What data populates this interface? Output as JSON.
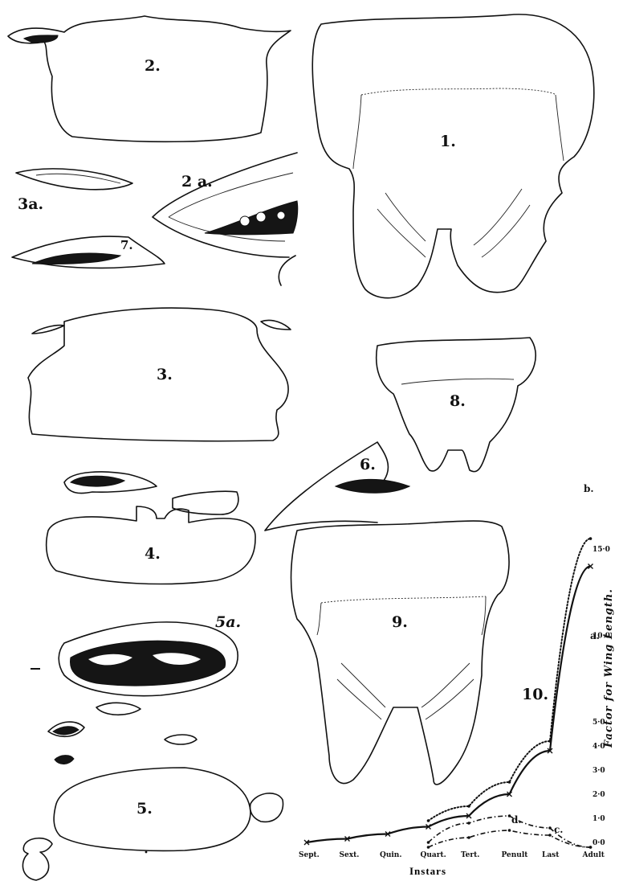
{
  "figure_labels": {
    "f1": "1.",
    "f2": "2.",
    "f2a": "2 a.",
    "f3": "3.",
    "f3a": "3a.",
    "f4": "4.",
    "f5": "5.",
    "f5a": "5a.",
    "f6": "6.",
    "f7": "7.",
    "f8": "8.",
    "f9": "9.",
    "f10": "10."
  },
  "chart_data": {
    "type": "line",
    "xlabel": "Instars",
    "ylabel": "Factor for Wing Length.",
    "categories": [
      "Sept.",
      "Sext.",
      "Quin.",
      "Quart.",
      "Tert.",
      "Penult",
      "Last",
      "Adult"
    ],
    "y_tick_labels": [
      "0·0",
      "1·0",
      "2·0",
      "3·0",
      "4·0",
      "5·0",
      "10·0",
      "15·0"
    ],
    "series": [
      {
        "name": "a.",
        "values": [
          0.0,
          0.15,
          0.35,
          0.65,
          1.1,
          2.0,
          3.8,
          14.0
        ],
        "style": "solid-crossed"
      },
      {
        "name": "b.",
        "values": [
          null,
          null,
          null,
          0.9,
          1.5,
          2.5,
          4.2,
          15.6
        ],
        "style": "dotted"
      },
      {
        "name": "c.",
        "values": [
          null,
          null,
          null,
          0.0,
          0.8,
          1.1,
          0.6,
          -0.2
        ],
        "style": "dash-dot"
      },
      {
        "name": "d.",
        "values": [
          null,
          null,
          null,
          -0.2,
          0.2,
          0.5,
          0.3,
          -0.2
        ],
        "style": "dash-dot"
      }
    ]
  }
}
